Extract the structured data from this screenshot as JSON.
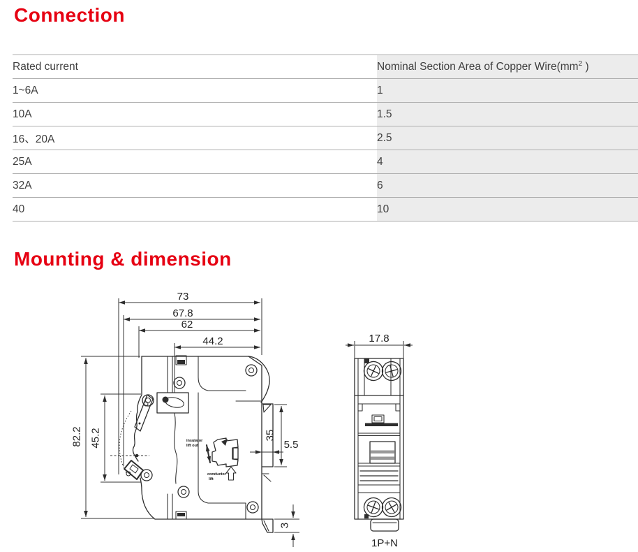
{
  "colors": {
    "accent": "#e60012",
    "table_line": "#aeaeae",
    "table_cell_bg": "#ececec",
    "drawing_stroke": "#2d2d2d"
  },
  "headings": {
    "connection": "Connection",
    "mounting": "Mounting & dimension"
  },
  "table": {
    "header": {
      "col1": "Rated current",
      "col2_pre": "Nominal Section Area of Copper Wire(mm",
      "col2_sup": "2",
      "col2_post": " )"
    },
    "rows": [
      {
        "current": "1~6A",
        "area": "1"
      },
      {
        "current": "10A",
        "area": "1.5"
      },
      {
        "current": "16、20A",
        "area": "2.5"
      },
      {
        "current": "25A",
        "area": "4"
      },
      {
        "current": "32A",
        "area": "6"
      },
      {
        "current": "40",
        "area": "10"
      }
    ]
  },
  "drawing": {
    "side_view": {
      "dims": {
        "depth_total": "73",
        "depth_body": "67.8",
        "depth_front": "62",
        "depth_upper": "44.2",
        "height_total": "82.2",
        "height_front": "45.2",
        "rail_height": "35",
        "rail_depth": "5.5",
        "clip_protrusion": "3"
      },
      "annotations": {
        "insulator_line1": "insulator",
        "insulator_line2": "lift out",
        "conductor_line1": "conductor",
        "conductor_line2": "lift"
      }
    },
    "front_view": {
      "dims": {
        "width": "17.8"
      },
      "caption": "1P+N"
    }
  }
}
